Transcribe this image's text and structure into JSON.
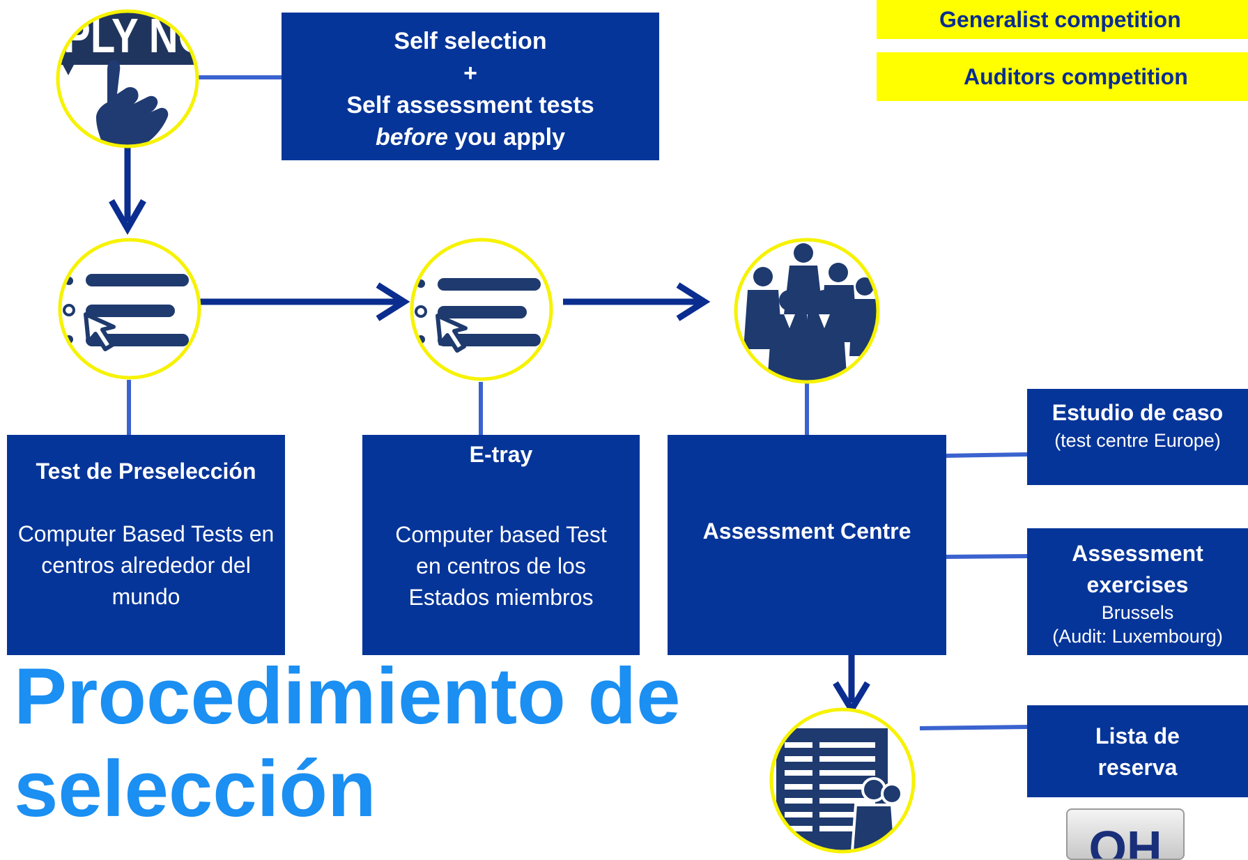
{
  "legend": {
    "generalist": "Generalist competition",
    "auditors": "Auditors competition"
  },
  "apply_icon_text": "APPLY NOW",
  "self_box": {
    "line1": "Self selection",
    "plus": "+",
    "line2": "Self assessment  tests",
    "line3_em": "before",
    "line3_rest": " you apply"
  },
  "preselection": {
    "title": "Test de Preselección",
    "body": "Computer Based Tests en centros alrededor del mundo"
  },
  "etray": {
    "title": "E-tray",
    "body": "Computer based Test en centros de los Estados miembros"
  },
  "assessment_centre": {
    "title": "Assessment Centre"
  },
  "case_study": {
    "title": "Estudio de caso",
    "sub": "(test centre Europe)"
  },
  "assessment_exercises": {
    "title": "Assessment exercises",
    "sub1": "Brussels",
    "sub2": "(Audit: Luxembourg)"
  },
  "reserve_list": {
    "title": "Lista de reserva"
  },
  "bottom_badge": "OH",
  "main_title": {
    "line1": "Procedimiento de",
    "line2": "selección"
  },
  "colors": {
    "box": "#063599",
    "connector": "#3b63cf",
    "arrow": "#0a2d8f",
    "circle_border": "#f6f200",
    "legend_bg": "#ffff00",
    "title": "#1b8ff2"
  }
}
